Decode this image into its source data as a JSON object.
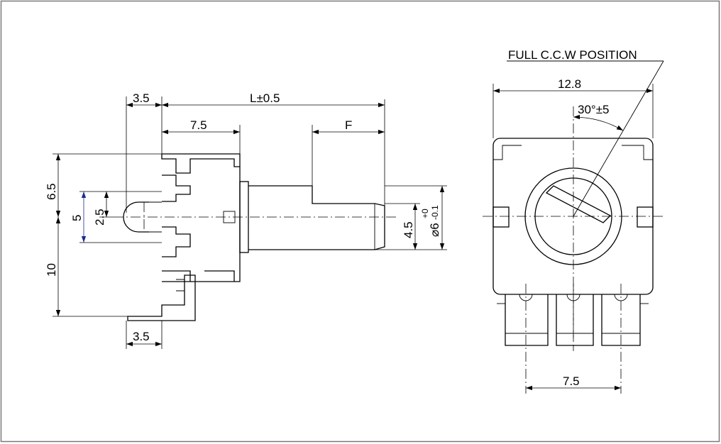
{
  "side_view": {
    "dim_top_left": "3.5",
    "dim_length": "L±0.5",
    "dim_body": "7.5",
    "dim_flat": "F",
    "dim_upper": "6.5",
    "dim_pins": "5",
    "dim_half": "2.5",
    "dim_lower": "10",
    "dim_bottom_left": "3.5",
    "dim_flat_height": "4.5",
    "dim_shaft_symbol": "⌀6",
    "dim_shaft_tol_plus": "+0",
    "dim_shaft_tol_minus": "-0.1"
  },
  "front_view": {
    "position_label": "FULL C.C.W  POSITION",
    "dim_width": "12.8",
    "dim_angle": "30°±5",
    "dim_pitch": "7.5"
  }
}
